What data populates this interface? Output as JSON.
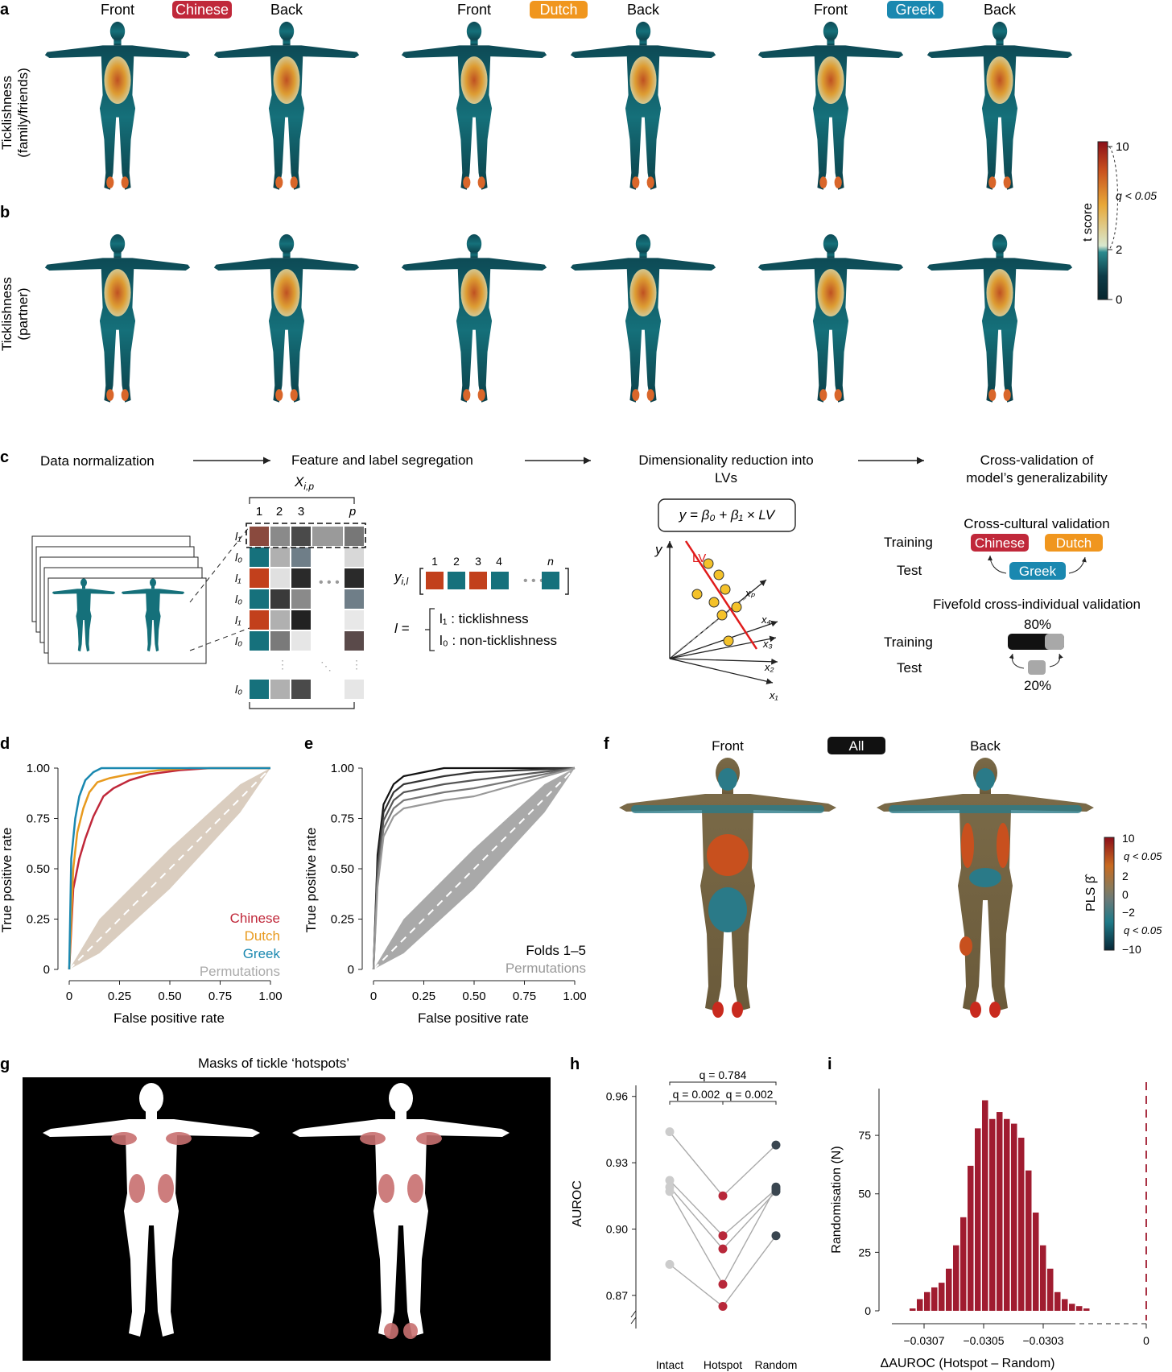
{
  "panels": {
    "a": "a",
    "b": "b",
    "c": "c",
    "d": "d",
    "e": "e",
    "f": "f",
    "g": "g",
    "h": "h",
    "i": "i"
  },
  "top": {
    "front": "Front",
    "back": "Back",
    "cultures": [
      {
        "label": "Chinese",
        "color": "#c0283a"
      },
      {
        "label": "Dutch",
        "color": "#f0961e"
      },
      {
        "label": "Greek",
        "color": "#1a88b0"
      }
    ],
    "row_a_label_1": "Ticklishness",
    "row_a_label_2": "(family/friends)",
    "row_b_label_1": "Ticklishness",
    "row_b_label_2": "(partner)",
    "colorbar": {
      "title": "t score",
      "ticks": [
        "10",
        "2",
        "0"
      ],
      "q_label": "q < 0.05",
      "colors": [
        "#8b0f19",
        "#c8501e",
        "#e8a838",
        "#d8e8d0",
        "#a8d0c8",
        "#1e6e78",
        "#0e3c48",
        "#06262e"
      ]
    }
  },
  "panel_c": {
    "steps": [
      "Data normalization",
      "Feature and label segregation",
      "Dimensionality reduction into",
      "LVs",
      "Cross-validation of",
      "model’s generalizability"
    ],
    "matrix_title": "X",
    "matrix_title_sub": "i,p",
    "col_labels": [
      "1",
      "2",
      "3",
      "p"
    ],
    "row_labels": [
      "l₁",
      "l₀",
      "l₁",
      "l₀",
      "l₁",
      "l₀",
      "l₀"
    ],
    "y_label": "y",
    "y_label_sub": "i,l",
    "y_cols": [
      "1",
      "2",
      "3",
      "4",
      "n"
    ],
    "l_def_prefix": "l =",
    "l_def_1": "l₁ : ticklishness",
    "l_def_2": "l₀ : non-ticklishness",
    "equation": "y = β₀ + β₁ × LV",
    "lv_label": "LV",
    "axis_y": "y",
    "axes_x": [
      "xₚ",
      "x₄",
      "x₃",
      "x₂",
      "x₁"
    ],
    "cc_title": "Cross-cultural validation",
    "training": "Training",
    "test": "Test",
    "ci_title": "Fivefold cross-individual validation",
    "pct_train": "80%",
    "pct_test": "20%"
  },
  "panel_d": {
    "ylabel": "True positive rate",
    "xlabel": "False positive rate",
    "ticks": [
      "0",
      "0.25",
      "0.50",
      "0.75",
      "1.00"
    ],
    "legend": [
      {
        "label": "Chinese",
        "color": "#c0283a"
      },
      {
        "label": "Dutch",
        "color": "#e89a1e"
      },
      {
        "label": "Greek",
        "color": "#1a88b0"
      },
      {
        "label": "Permutations",
        "color": "#aaaaaa"
      }
    ]
  },
  "panel_e": {
    "ylabel": "True positive rate",
    "xlabel": "False positive rate",
    "ticks": [
      "0",
      "0.25",
      "0.50",
      "0.75",
      "1.00"
    ],
    "legend_1": "Folds 1–5",
    "legend_2": "Permutations"
  },
  "panel_f": {
    "front": "Front",
    "back": "Back",
    "tag": "All",
    "cb_title": "PLS β̂",
    "cb_ticks": [
      "10",
      "2",
      "0",
      "−2",
      "−10"
    ],
    "q_label": "q < 0.05"
  },
  "panel_g": {
    "title": "Masks of tickle ‘hotspots’"
  },
  "chart_data": [
    {
      "type": "line",
      "title": "",
      "xlabel": "False positive rate",
      "ylabel": "True positive rate",
      "xlim": [
        0,
        1
      ],
      "ylim": [
        0,
        1
      ],
      "series": [
        {
          "name": "Chinese",
          "color": "#c0283a",
          "x": [
            0,
            0.02,
            0.05,
            0.08,
            0.12,
            0.17,
            0.22,
            0.3,
            0.4,
            0.55,
            0.7,
            1.0
          ],
          "y": [
            0,
            0.4,
            0.55,
            0.65,
            0.76,
            0.86,
            0.9,
            0.94,
            0.97,
            0.99,
            1.0,
            1.0
          ]
        },
        {
          "name": "Dutch",
          "color": "#e89a1e",
          "x": [
            0,
            0.02,
            0.04,
            0.07,
            0.1,
            0.14,
            0.2,
            0.3,
            0.45,
            0.6,
            1.0
          ],
          "y": [
            0,
            0.5,
            0.68,
            0.8,
            0.88,
            0.93,
            0.95,
            0.97,
            0.99,
            1.0,
            1.0
          ]
        },
        {
          "name": "Greek",
          "color": "#1a88b0",
          "x": [
            0,
            0.01,
            0.03,
            0.05,
            0.08,
            0.12,
            0.16,
            0.22,
            1.0
          ],
          "y": [
            0,
            0.55,
            0.75,
            0.86,
            0.94,
            0.98,
            1.0,
            1.0,
            1.0
          ]
        },
        {
          "name": "Permutations",
          "color": "#c8b8a8",
          "x": [
            0,
            0.5,
            1
          ],
          "y": [
            0,
            0.5,
            1
          ]
        }
      ]
    },
    {
      "type": "line",
      "title": "",
      "xlabel": "False positive rate",
      "ylabel": "True positive rate",
      "xlim": [
        0,
        1
      ],
      "ylim": [
        0,
        1
      ],
      "series": [
        {
          "name": "Folds 1–5",
          "color": "#111111",
          "x": [
            0,
            0.02,
            0.05,
            0.1,
            0.15,
            0.25,
            0.35,
            0.5,
            1.0
          ],
          "y": [
            0,
            0.55,
            0.8,
            0.9,
            0.94,
            0.96,
            0.98,
            1.0,
            1.0
          ]
        },
        {
          "name": "Permutations",
          "color": "#888888",
          "x": [
            0,
            0.5,
            1
          ],
          "y": [
            0,
            0.5,
            1
          ]
        }
      ]
    },
    {
      "type": "scatter",
      "title": "",
      "xlabel": "",
      "ylabel": "AUROC",
      "categories": [
        "Intact",
        "Hotspot",
        "Random"
      ],
      "ylim": [
        0.855,
        0.965
      ],
      "y_ticks": [
        "0.96",
        "0.93",
        "0.90",
        "0.87"
      ],
      "annotations": [
        "q = 0.784",
        "q = 0.002",
        "q = 0.002"
      ],
      "series": [
        {
          "values": [
            0.944,
            0.915,
            0.938
          ]
        },
        {
          "values": [
            0.922,
            0.897,
            0.918
          ]
        },
        {
          "values": [
            0.919,
            0.891,
            0.917
          ]
        },
        {
          "values": [
            0.917,
            0.875,
            0.919
          ]
        },
        {
          "values": [
            0.884,
            0.865,
            0.897
          ]
        }
      ],
      "colors": {
        "Intact": "#cccccc",
        "Hotspot": "#b8283a",
        "Random": "#3a4650"
      }
    },
    {
      "type": "bar",
      "title": "",
      "xlabel": "ΔAUROC (Hotspot – Random)",
      "ylabel": "Randomisation (N)",
      "x_ticks": [
        "−0.0307",
        "−0.0305",
        "−0.0303",
        "0"
      ],
      "y_ticks": [
        "0",
        "25",
        "50",
        "75"
      ],
      "ylim": [
        0,
        95
      ],
      "values": [
        1,
        5,
        8,
        10,
        12,
        18,
        28,
        40,
        62,
        78,
        90,
        82,
        85,
        82,
        80,
        74,
        60,
        42,
        28,
        18,
        8,
        5,
        3,
        2,
        1
      ],
      "bar_color": "#a01c30"
    }
  ]
}
